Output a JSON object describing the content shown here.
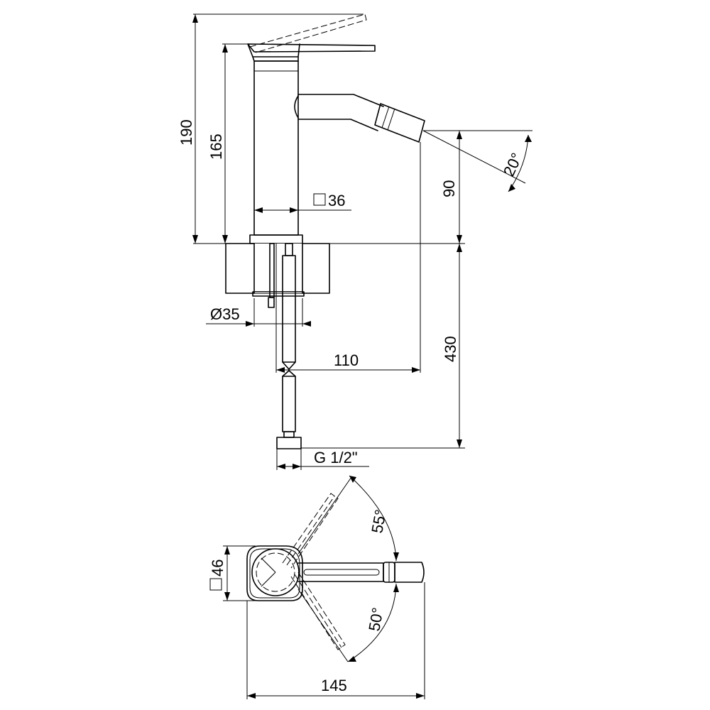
{
  "dimensions": {
    "height_total": "190",
    "height_body": "165",
    "square_body": "36",
    "spout_height": "90",
    "spray_angle": "20°",
    "base_diameter": "Ø35",
    "spout_reach": "110",
    "hose_length": "430",
    "connector_thread": "G 1/2\"",
    "square_base": "46",
    "rotation_left": "55°",
    "rotation_right": "50°",
    "overall_length": "145"
  },
  "colors": {
    "line": "#000000",
    "background": "#ffffff"
  }
}
